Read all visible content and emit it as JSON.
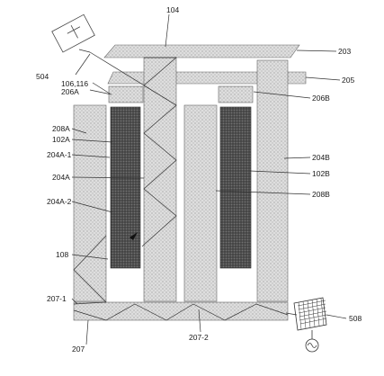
{
  "figure": {
    "labels": {
      "l104": "104",
      "l203": "203",
      "l205": "205",
      "l504": "504",
      "l106_116": "106,116",
      "l206A": "206A",
      "l206B": "206B",
      "l208A": "208A",
      "l102A": "102A",
      "l204A_1": "204A-1",
      "l204A": "204A",
      "l204A_2": "204A-2",
      "l204B": "204B",
      "l102B": "102B",
      "l208B": "208B",
      "l108": "108",
      "l207_1": "207-1",
      "l207": "207",
      "l207_2": "207-2",
      "l508": "508"
    },
    "colors": {
      "light_fill": "#dcdcdc",
      "dark_fill": "#4d4d4d",
      "line": "#333333"
    }
  }
}
